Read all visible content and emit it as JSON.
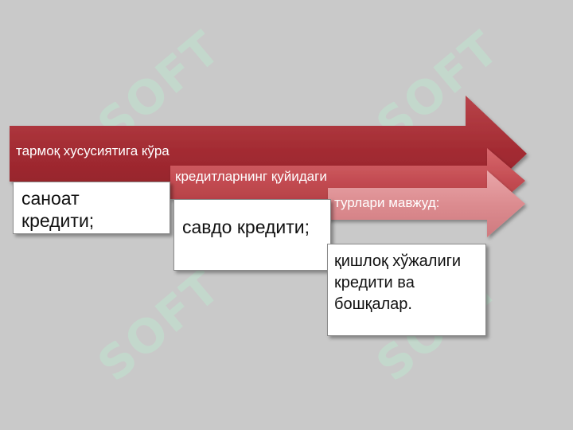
{
  "watermark": {
    "text": "SOFT"
  },
  "arrows": [
    {
      "label": "тармоқ хусусиятига кўра"
    },
    {
      "label": "кредитларнинг қуйидаги"
    },
    {
      "label": "турлари мавжуд:"
    }
  ],
  "boxes": [
    {
      "text": "саноат\nкредити;"
    },
    {
      "text": "савдо кредити;"
    },
    {
      "text": "қишлоқ хўжалиги\nкредити ва\nбошқалар."
    }
  ],
  "colors": {
    "background": "#c9c9c9",
    "arrow_dark": "#a72e34",
    "arrow_mid": "#c24a50",
    "arrow_light": "#d98d91",
    "watermark": "#bfe6cf"
  }
}
